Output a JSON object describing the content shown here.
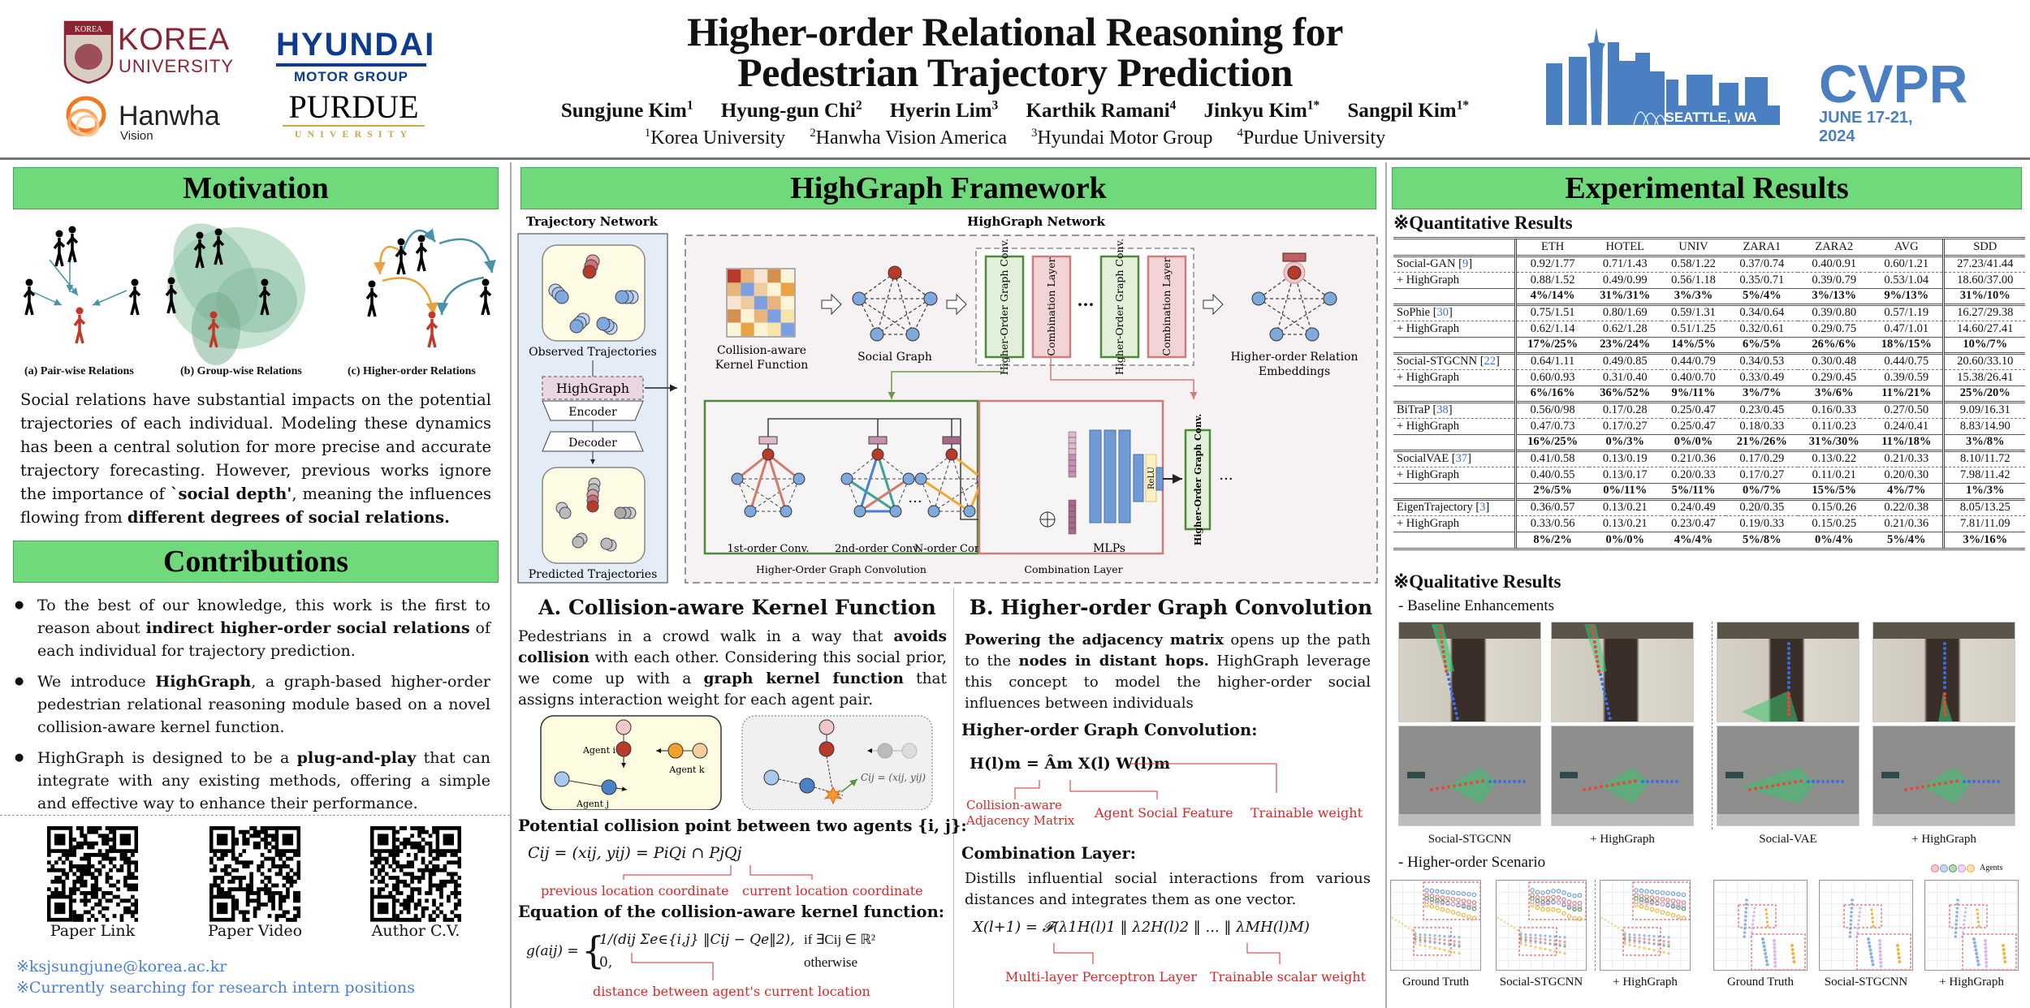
{
  "header": {
    "logos": {
      "korea": {
        "line1": "KOREA",
        "line2": "UNIVERSITY",
        "shield_top": "KOREA",
        "shield_sub": "UNIVERSITY",
        "color": "#8b2331"
      },
      "hyundai": {
        "line1": "HYUNDAI",
        "line2": "MOTOR GROUP",
        "color": "#0c3b8f"
      },
      "hanwha": {
        "line1": "Hanwha",
        "line2": "Vision",
        "color": "#f07a22"
      },
      "purdue": {
        "line1": "PURDUE",
        "line2": "UNIVERSITY",
        "color": "#c9a74f"
      },
      "cvpr": {
        "name": "CVPR",
        "location": "SEATTLE, WA",
        "dates": "JUNE 17-21, 2024",
        "color": "#4a7fc1"
      }
    },
    "title_line1": "Higher-order Relational Reasoning for",
    "title_line2": "Pedestrian Trajectory Prediction",
    "authors": [
      {
        "name": "Sungjune Kim",
        "sup": "1"
      },
      {
        "name": "Hyung-gun Chi",
        "sup": "2"
      },
      {
        "name": "Hyerin Lim",
        "sup": "3"
      },
      {
        "name": "Karthik Ramani",
        "sup": "4"
      },
      {
        "name": "Jinkyu Kim",
        "sup": "1*"
      },
      {
        "name": "Sangpil Kim",
        "sup": "1*"
      }
    ],
    "affiliations": [
      {
        "sup": "1",
        "name": "Korea University"
      },
      {
        "sup": "2",
        "name": "Hanwha Vision America"
      },
      {
        "sup": "3",
        "name": "Hyundai Motor Group"
      },
      {
        "sup": "4",
        "name": "Purdue University"
      }
    ]
  },
  "motivation": {
    "title": "Motivation",
    "captions": [
      "(a) Pair-wise Relations",
      "(b) Group-wise Relations",
      "(c) Higher-order Relations"
    ],
    "text_parts": [
      {
        "t": "Social relations have substantial impacts on the potential trajectories of each individual. Modeling these dynamics has been a central solution for more precise and accurate trajectory forecasting. However, previous works ignore the importance of ",
        "b": false
      },
      {
        "t": "`social depth'",
        "b": true
      },
      {
        "t": ", meaning the influences flowing from ",
        "b": false
      },
      {
        "t": "different degrees of social relations.",
        "b": true
      }
    ]
  },
  "contributions": {
    "title": "Contributions",
    "items": [
      [
        {
          "t": "To the best of our knowledge, this work is the first to reason about ",
          "b": false
        },
        {
          "t": "indirect higher-order social relations",
          "b": true
        },
        {
          "t": " of each individual for trajectory prediction.",
          "b": false
        }
      ],
      [
        {
          "t": "We introduce ",
          "b": false
        },
        {
          "t": "HighGraph",
          "b": true
        },
        {
          "t": ", a graph-based higher-order pedestrian relational reasoning module based on a novel collision-aware kernel function.",
          "b": false
        }
      ],
      [
        {
          "t": "HighGraph is designed to be a ",
          "b": false
        },
        {
          "t": "plug-and-play",
          "b": true
        },
        {
          "t": " that can integrate with any existing methods, offering a simple and effective way to enhance their performance.",
          "b": false
        }
      ]
    ],
    "qr_codes": [
      {
        "label": "Paper Link"
      },
      {
        "label": "Paper Video"
      },
      {
        "label": "Author C.V."
      }
    ],
    "contact_email": "※ksjsungjune@korea.ac.kr",
    "contact_note": "※Currently searching for  research intern positions"
  },
  "framework": {
    "title": "HighGraph Framework",
    "trajectory_network_label": "Trajectory Network",
    "highgraph_network_label": "HighGraph Network",
    "observed_label": "Observed Trajectories",
    "highgraph_box": "HighGraph",
    "encoder": "Encoder",
    "decoder": "Decoder",
    "predicted_label": "Predicted Trajectories",
    "kernel_label_1": "Collision-aware",
    "kernel_label_2": "Kernel Function",
    "social_graph_label": "Social Graph",
    "hogc_block": "Higher-Order Graph Conv.",
    "comb_block": "Combination Layer",
    "embeddings_label_1": "Higher-order Relation",
    "embeddings_label_2": "Embeddings",
    "conv_labels": [
      "1st-order Conv.",
      "2nd-order Conv.",
      "N-order Conv."
    ],
    "hogc_section_label": "Higher-Order Graph Convolution",
    "comb_section_label": "Combination Layer",
    "mlps_label": "MLPs",
    "relu_label": "ReLU",
    "ellipsis": "···"
  },
  "section_a": {
    "title": "A. Collision-aware Kernel Function",
    "text_parts": [
      {
        "t": "Pedestrians in a crowd walk in a way that ",
        "b": false
      },
      {
        "t": "avoids collision",
        "b": true
      },
      {
        "t": " with each other. Considering this social prior, we come up with a ",
        "b": false
      },
      {
        "t": "graph kernel function",
        "b": true
      },
      {
        "t": " that assigns interaction weight for each agent pair.",
        "b": false
      }
    ],
    "agent_i": "Agent i",
    "agent_j": "Agent j",
    "agent_k": "Agent k",
    "cij_label": "Cij = (xij, yij)",
    "collision_heading": "Potential collision point between two agents {i, j}:",
    "collision_eq": "Cij = (xij, yij) = PiQi ∩ PjQj",
    "prev_loc": "previous location coordinate",
    "curr_loc": "current location coordinate",
    "kernel_heading": "Equation of the collision-aware kernel function:",
    "kernel_eq_lhs": "g(aij) =",
    "kernel_eq_case1": "1/(dij Σe∈{i,j} ‖Cij − Qe‖2),",
    "kernel_eq_cond1": "if ∃Cij ∈ ℝ²",
    "kernel_eq_case2": "0,",
    "kernel_eq_cond2": "otherwise",
    "distance_note": "distance between agent's current location"
  },
  "section_b": {
    "title": "B. Higher-order Graph Convolution",
    "text_parts": [
      {
        "t": "Powering the adjacency matrix",
        "b": true
      },
      {
        "t": " opens up the path to the ",
        "b": false
      },
      {
        "t": "nodes in distant hops.",
        "b": true
      },
      {
        "t": " HighGraph leverage this concept to model the higher-order social influences between individuals",
        "b": false
      }
    ],
    "hogc_heading": "Higher-order Graph Convolution:",
    "hogc_eq": "H(l)m = Âm X(l) W(l)m",
    "ann_adj_1": "Collision-aware",
    "ann_adj_2": "Adjacency Matrix",
    "ann_feat": "Agent Social Feature",
    "ann_weight": "Trainable weight",
    "comb_heading": "Combination Layer:",
    "comb_text": "Distills influential social interactions from various distances and integrates them as one vector.",
    "comb_eq": "X(l+1) = 𝓕(λ1H(l)1 ‖ λ2H(l)2 ‖ ... ‖ λMH(l)M)",
    "ann_mlp": "Multi-layer Perceptron Layer",
    "ann_scalar": "Trainable scalar weight"
  },
  "results": {
    "title": "Experimental Results",
    "quant_heading": "※Quantitative Results",
    "table": {
      "columns": [
        "",
        "ETH",
        "HOTEL",
        "UNIV",
        "ZARA1",
        "ZARA2",
        "AVG",
        "SDD"
      ],
      "groups": [
        {
          "method": "Social-GAN",
          "ref": "9",
          "base": [
            "0.92/1.77",
            "0.71/1.43",
            "0.58/1.22",
            "0.37/0.74",
            "0.40/0.91",
            "0.60/1.21",
            "27.23/41.44"
          ],
          "hg": [
            "0.88/1.52",
            "0.49/0.99",
            "0.56/1.18",
            "0.35/0.71",
            "0.39/0.79",
            "0.53/1.04",
            "18.60/37.00"
          ],
          "imp": [
            "4%/14%",
            "31%/31%",
            "3%/3%",
            "5%/4%",
            "3%/13%",
            "9%/13%",
            "31%/10%"
          ]
        },
        {
          "method": "SoPhie",
          "ref": "30",
          "base": [
            "0.75/1.51",
            "0.80/1.69",
            "0.59/1.31",
            "0.34/0.64",
            "0.39/0.80",
            "0.57/1.19",
            "16.27/29.38"
          ],
          "hg": [
            "0.62/1.14",
            "0.62/1.28",
            "0.51/1.25",
            "0.32/0.61",
            "0.29/0.75",
            "0.47/1.01",
            "14.60/27.41"
          ],
          "imp": [
            "17%/25%",
            "23%/24%",
            "14%/5%",
            "6%/5%",
            "26%/6%",
            "18%/15%",
            "10%/7%"
          ]
        },
        {
          "method": "Social-STGCNN",
          "ref": "22",
          "base": [
            "0.64/1.11",
            "0.49/0.85",
            "0.44/0.79",
            "0.34/0.53",
            "0.30/0.48",
            "0.44/0.75",
            "20.60/33.10"
          ],
          "hg": [
            "0.60/0.93",
            "0.31/0.40",
            "0.40/0.70",
            "0.33/0.49",
            "0.29/0.45",
            "0.39/0.59",
            "15.38/26.41"
          ],
          "imp": [
            "6%/16%",
            "36%/52%",
            "9%/11%",
            "3%/7%",
            "3%/6%",
            "11%/21%",
            "25%/20%"
          ]
        },
        {
          "method": "BiTraP",
          "ref": "38",
          "base": [
            "0.56/0/98",
            "0.17/0.28",
            "0.25/0.47",
            "0.23/0.45",
            "0.16/0.33",
            "0.27/0.50",
            "9.09/16.31"
          ],
          "hg": [
            "0.47/0.73",
            "0.17/0.27",
            "0.25/0.47",
            "0.18/0.33",
            "0.11/0.23",
            "0.24/0.41",
            "8.83/14.90"
          ],
          "imp": [
            "16%/25%",
            "0%/3%",
            "0%/0%",
            "21%/26%",
            "31%/30%",
            "11%/18%",
            "3%/8%"
          ]
        },
        {
          "method": "SocialVAE",
          "ref": "37",
          "base": [
            "0.41/0.58",
            "0.13/0.19",
            "0.21/0.36",
            "0.17/0.29",
            "0.13/0.22",
            "0.21/0.33",
            "8.10/11.72"
          ],
          "hg": [
            "0.40/0.55",
            "0.13/0.17",
            "0.20/0.33",
            "0.17/0.27",
            "0.11/0.21",
            "0.20/0.30",
            "7.98/11.42"
          ],
          "imp": [
            "2%/5%",
            "0%/11%",
            "5%/11%",
            "0%/7%",
            "15%/5%",
            "4%/7%",
            "1%/3%"
          ]
        },
        {
          "method": "EigenTrajectory",
          "ref": "3",
          "base": [
            "0.36/0.57",
            "0.13/0.21",
            "0.24/0.49",
            "0.20/0.35",
            "0.15/0.26",
            "0.22/0.38",
            "8.05/13.25"
          ],
          "hg": [
            "0.33/0.56",
            "0.13/0.21",
            "0.23/0.47",
            "0.19/0.33",
            "0.15/0.25",
            "0.21/0.36",
            "7.81/11.09"
          ],
          "imp": [
            "8%/2%",
            "0%/0%",
            "4%/4%",
            "5%/8%",
            "0%/4%",
            "5%/4%",
            "3%/16%"
          ]
        }
      ],
      "hg_label": "+ HighGraph"
    },
    "qual_heading": "※Qualitative Results",
    "baseline_heading": "- Baseline Enhancements",
    "baseline_labels": [
      "Social-STGCNN",
      "+ HighGraph",
      "Social-VAE",
      "+ HighGraph"
    ],
    "higher_heading": "- Higher-order Scenario",
    "agents_legend": "Agents",
    "agent_colors": [
      "#e07b7b",
      "#6a9fd8",
      "#4f9a4f",
      "#c79be0",
      "#f0b43c"
    ],
    "higher_labels": [
      "Ground Truth",
      "Social-STGCNN",
      "+ HighGraph",
      "Ground Truth",
      "Social-STGCNN",
      "+ HighGraph"
    ]
  },
  "colors": {
    "banner": "#6fd97c",
    "accent_red": "#d42a2a",
    "link_blue": "#4a7fd6"
  }
}
